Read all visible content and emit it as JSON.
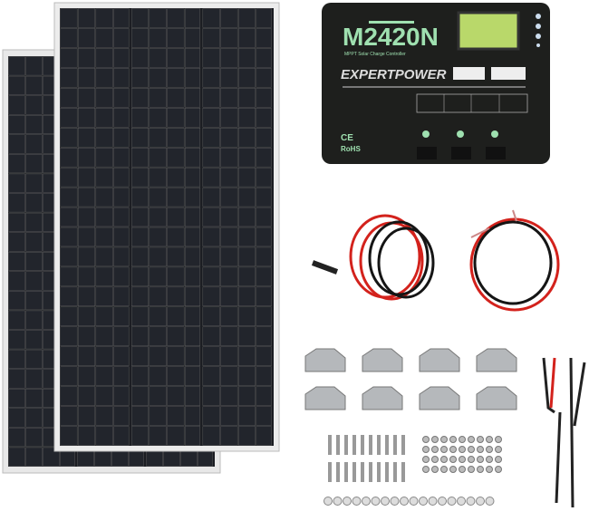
{
  "controller": {
    "model": "M2420N",
    "subtitle": "MPPT Solar Charge Controller",
    "brand": "EXPERTPOWER",
    "cert_ce": "CE",
    "cert_rohs": "RoHS",
    "body_color": "#1e1f1d",
    "accent_color": "#9fe0b0",
    "lcd_color": "#b9d86a"
  },
  "kit": {
    "panel_count": 2,
    "bracket_count": 8,
    "cable_color_red": "#d3221c",
    "cable_color_black": "#151515"
  }
}
